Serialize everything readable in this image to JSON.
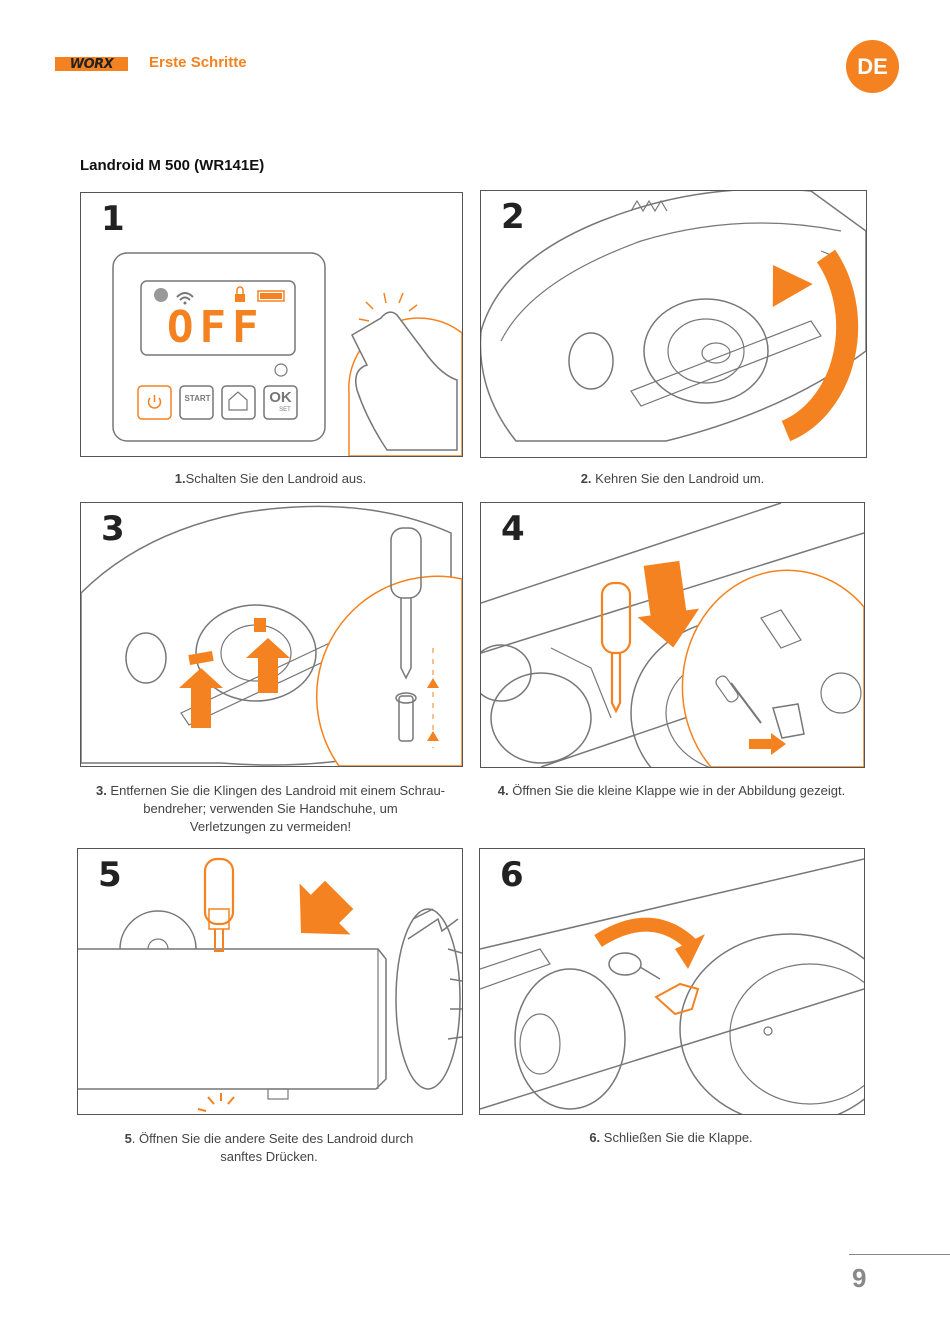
{
  "header": {
    "logo_text": "WORX",
    "section_title": "Erste Schritte",
    "lang_badge": "DE"
  },
  "model_title": "Landroid M 500 (WR141E)",
  "steps": [
    {
      "num": "1",
      "lead": "1.",
      "text": "Schalten Sie den Landroid aus."
    },
    {
      "num": "2",
      "lead": "2.",
      "text": " Kehren Sie den Landroid um."
    },
    {
      "num": "3",
      "lead": "3.",
      "text": " Entfernen Sie die Klingen des Landroid mit einem Schrau-\nbendreher; verwenden Sie Handschuhe, um\nVerletzungen zu vermeiden!"
    },
    {
      "num": "4",
      "lead": "4.",
      "text": " Öffnen Sie die kleine Klappe wie in der Abbildung gezeigt."
    },
    {
      "num": "5",
      "lead": "5",
      "text": ". Öffnen Sie die andere Seite des Landroid durch\nsanftes Drücken."
    },
    {
      "num": "6",
      "lead": "6.",
      "text": " Schließen Sie die Klappe."
    }
  ],
  "display": {
    "screen_text": "OFF",
    "buttons": [
      "START",
      "OK",
      "SET"
    ]
  },
  "page_number": "9",
  "colors": {
    "accent": "#f58220",
    "line": "#555555"
  }
}
